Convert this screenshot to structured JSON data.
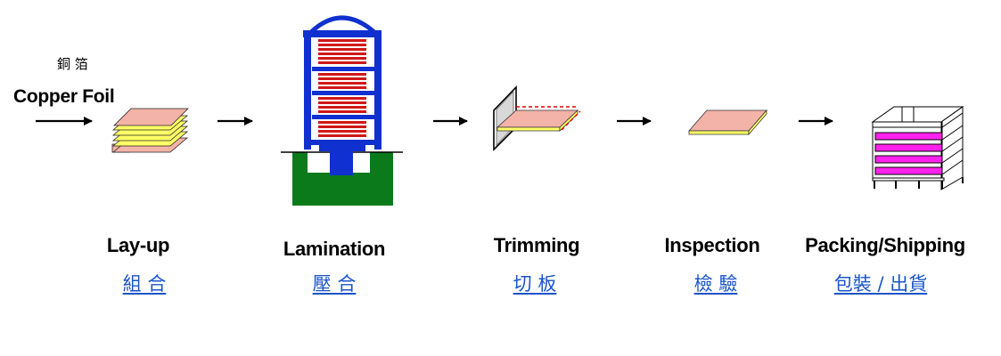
{
  "input": {
    "label_zh": "銅 箔",
    "label_en": "Copper Foil"
  },
  "steps": [
    {
      "name": "Lay-up",
      "link_text": "組 合"
    },
    {
      "name": "Lamination",
      "link_text": "壓 合"
    },
    {
      "name": "Trimming",
      "link_text": "切 板"
    },
    {
      "name": "Inspection",
      "link_text": "檢 驗"
    },
    {
      "name": "Packing/Shipping",
      "link_text": "包裝 / 出貨"
    }
  ],
  "colors": {
    "link": "#1a54c8",
    "foil_pink": "#f4b3a8",
    "prepreg_yellow": "#ffff66",
    "press_frame": "#1030d0",
    "press_plates": "#d01818",
    "press_base": "#0a7a1a",
    "pack_magenta": "#ff22ee"
  },
  "icons": [
    "arrow-right-icon",
    "layup-stack-icon",
    "lamination-press-icon",
    "trimming-icon",
    "inspection-board-icon",
    "packing-pallet-icon"
  ]
}
